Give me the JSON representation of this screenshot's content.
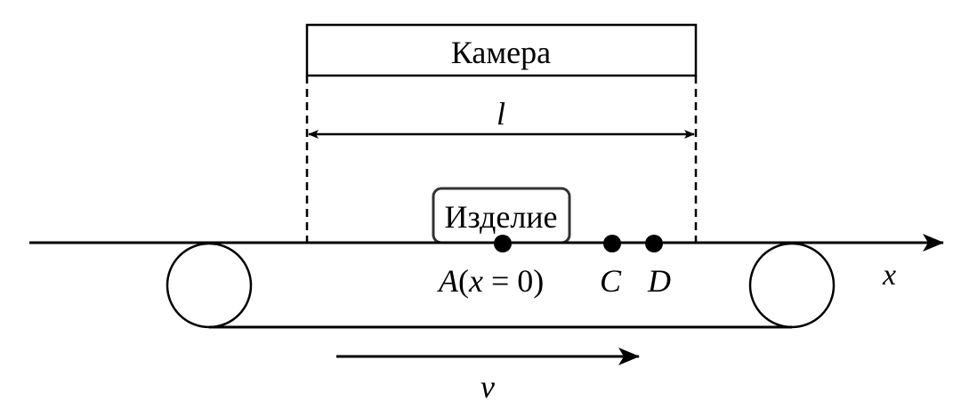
{
  "camera": {
    "label": "Камера"
  },
  "field_of_view": {
    "label": "l"
  },
  "product": {
    "label": "Изделие"
  },
  "points": [
    {
      "id": "A",
      "label_main": "A",
      "label_rest": "(",
      "label_var": "x",
      "label_eq": " = 0)"
    },
    {
      "id": "C",
      "label": "C"
    },
    {
      "id": "D",
      "label": "D"
    }
  ],
  "axis": {
    "label": "x"
  },
  "velocity": {
    "label": "v"
  }
}
